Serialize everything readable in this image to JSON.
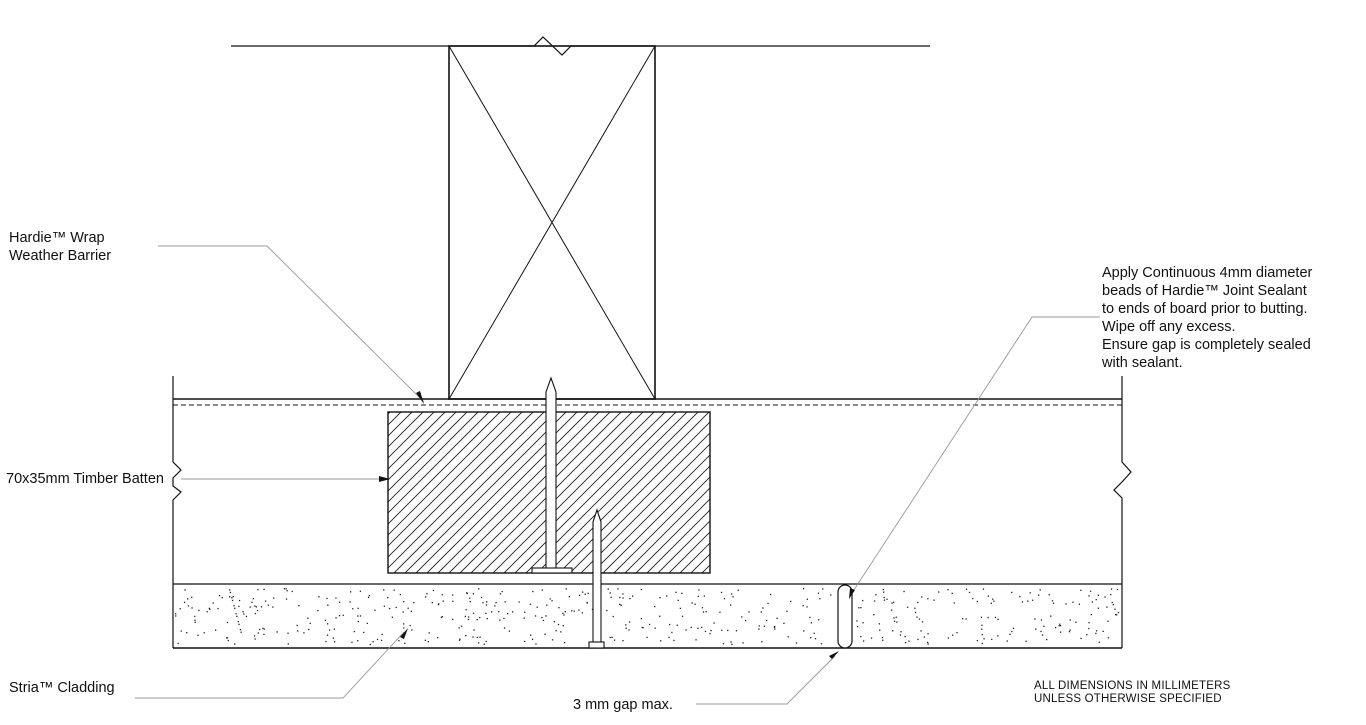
{
  "drawing": {
    "type": "construction-detail",
    "subject": "Horizontal Stria cladding butt joint on timber batten over stud",
    "colors": {
      "line": "#111111",
      "leader": "#999999",
      "background": "#ffffff",
      "hatch": "#222222",
      "speckle": "#222222"
    }
  },
  "labels": {
    "wrap_line1": "Hardie™ Wrap",
    "wrap_line2": "Weather Barrier",
    "batten": "70x35mm Timber Batten",
    "cladding": "Stria™ Cladding",
    "gap": "3 mm gap max.",
    "sealant_lines": [
      "Apply Continuous 4mm diameter",
      "beads of Hardie™ Joint Sealant",
      "to ends of board prior to butting.",
      "Wipe off any excess.",
      "Ensure gap is completely sealed",
      "with sealant."
    ]
  },
  "notes": {
    "line1": "ALL DIMENSIONS IN MILLIMETERS",
    "line2": "UNLESS OTHERWISE SPECIFIED"
  }
}
